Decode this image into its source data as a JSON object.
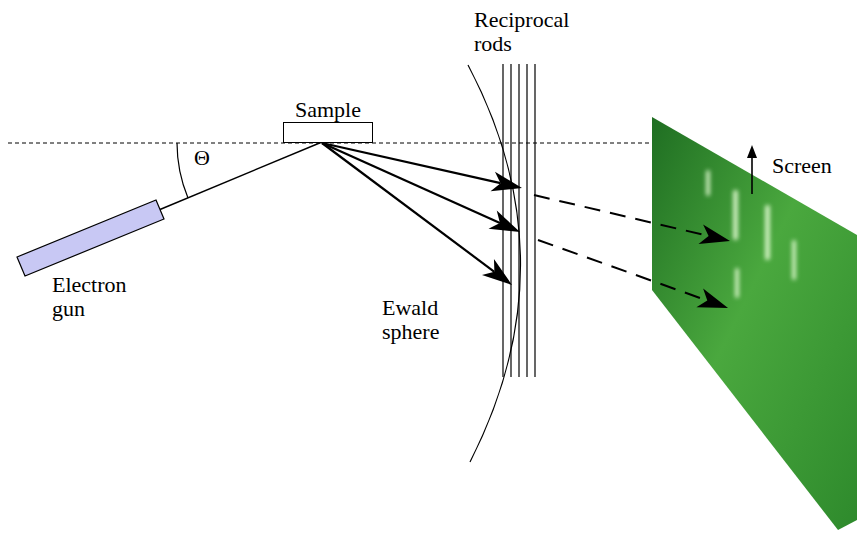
{
  "diagram": {
    "nodes": [
      {
        "text": [
          "Sample"
        ]
      },
      {
        "text": [
          "Electron gun"
        ]
      }
    ],
    "edges": [
      {
        "from": 1,
        "to": 0,
        "arrow": "none"
      }
    ],
    "labels": [
      "Reciprocal rods",
      "Θ",
      "Screen",
      "Ewald sphere"
    ]
  }
}
